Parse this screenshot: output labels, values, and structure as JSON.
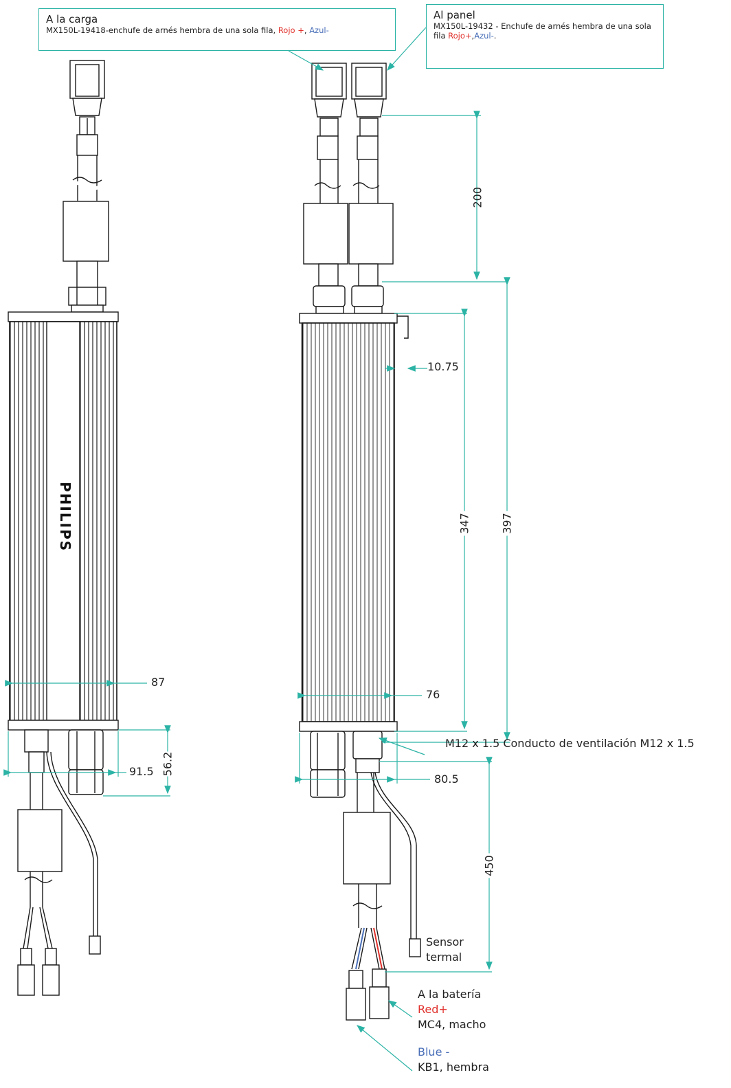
{
  "callout_load": {
    "title": "A la carga",
    "desc_prefix": "MX150L-19418-enchufe de arnés hembra de una sola fila, ",
    "red_text": "Rojo +",
    "separator": ", ",
    "blue_text": "Azul-"
  },
  "callout_panel": {
    "title": "Al panel",
    "desc_prefix": "MX150L-19432 - Enchufe de arnés hembra de una sola fila ",
    "red_text": "Rojo+",
    "separator": ",",
    "blue_text": "Azul-",
    "suffix": "."
  },
  "brand_logo": "PHILIPS",
  "dimensions": {
    "d200": "200",
    "d10_75": "10.75",
    "d347": "347",
    "d397": "397",
    "d87": "87",
    "d76": "76",
    "d56_2": "56.2",
    "d91_5": "91.5",
    "d80_5": "80.5",
    "d450": "450"
  },
  "vent_label": "M12  x 1.5 Conducto de ventilación M12 x 1.5",
  "sensor_label": {
    "line1": "Sensor",
    "line2": "termal"
  },
  "battery_label": {
    "line1": "A la batería",
    "red_text": "Red+",
    "line3": "MC4, macho"
  },
  "blue_label": {
    "blue_text": "Blue -",
    "line2": "KB1, hembra"
  },
  "colors": {
    "accent": "#2bb3a5",
    "red": "#e0302b",
    "blue": "#4a6fb8",
    "outline": "#1a1a1a"
  }
}
